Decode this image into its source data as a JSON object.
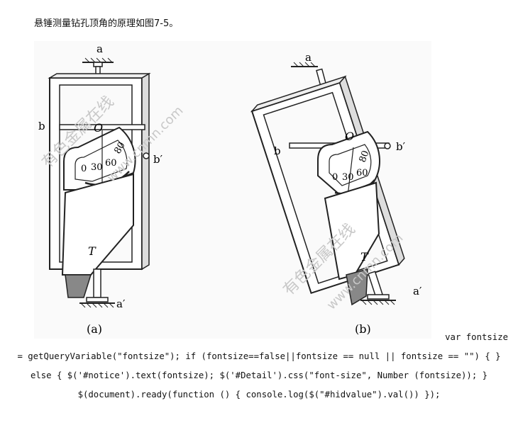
{
  "caption": "悬锤测量钻孔顶角的原理如图7-5。",
  "figure": {
    "watermarks": [
      "有色金属在线",
      "www.cnmn.com",
      "有色金属在线",
      "www.cnmn.com"
    ],
    "panel_a": {
      "label_top": "a",
      "label_bottom": "a′",
      "label_b": "b",
      "label_b_prime": "b′",
      "label_O": "O",
      "label_T": "T",
      "scale": [
        "0",
        "30",
        "60",
        "80"
      ],
      "caption": "(a)"
    },
    "panel_b": {
      "label_top": "a",
      "label_bottom": "a′",
      "label_b": "b",
      "label_b_prime": "b′",
      "label_O": "O",
      "label_T": "T",
      "scale": [
        "0",
        "30",
        "60",
        "80"
      ],
      "caption": "(b)"
    }
  },
  "code_text": {
    "line1": "var fontsize",
    "rest": "= getQueryVariable(\"fontsize\"); if (fontsize==false||fontsize == null || fontsize == \"\") { } else { $('#notice').text(fontsize); $('#Detail').css(\"font-size\", Number (fontsize)); } $(document).ready(function () { console.log($(\"#hidvalue\").val()) });"
  }
}
